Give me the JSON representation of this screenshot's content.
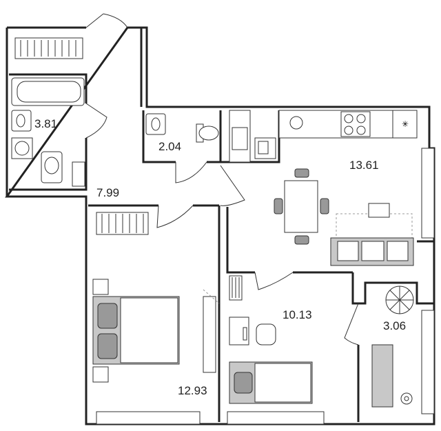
{
  "floor_plan": {
    "rooms": [
      {
        "id": "bathroom",
        "area": "3.81"
      },
      {
        "id": "toilet",
        "area": "2.04"
      },
      {
        "id": "hallway",
        "area": "7.99"
      },
      {
        "id": "kitchen-living",
        "area": "13.61"
      },
      {
        "id": "children-room",
        "area": "10.13"
      },
      {
        "id": "balcony",
        "area": "3.06"
      },
      {
        "id": "bedroom",
        "area": "12.93"
      }
    ]
  }
}
